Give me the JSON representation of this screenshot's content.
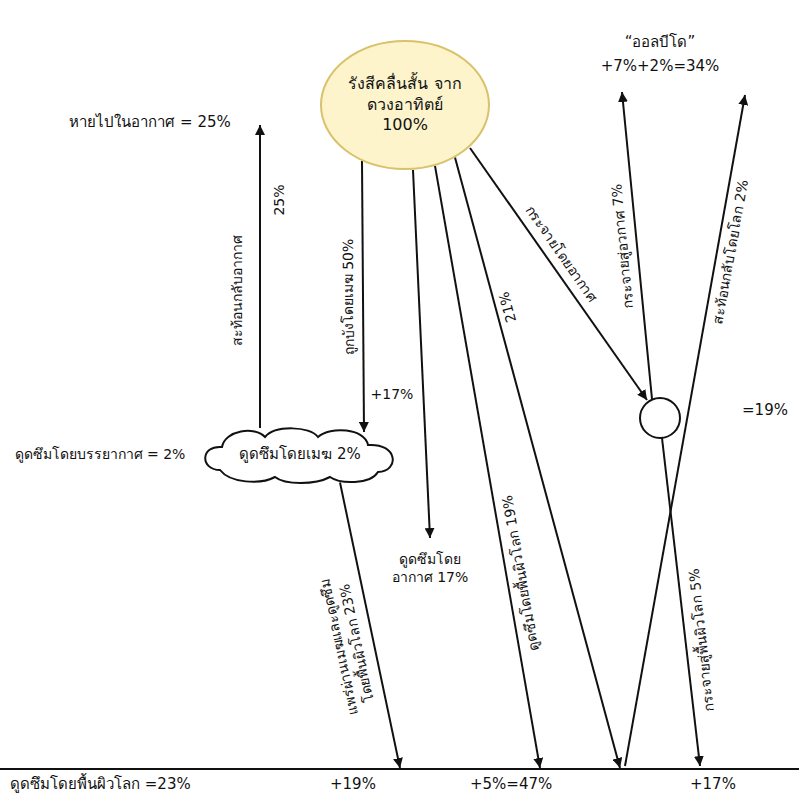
{
  "diagram": {
    "nodes": [
      {
        "text": [
          "รังสีคลื่นสั้น จากดวงอาทิตย์ 100%"
        ]
      },
      {
        "text": [
          "ดูดซึมโดยเมฆ 2%"
        ]
      },
      {
        "text": [
          "ดูดซึมโดยพื้นผิวโลก =23%",
          "+19%",
          "+5%=47%",
          "+17%"
        ]
      }
    ],
    "edges": [
      {
        "from": 0,
        "to": 1,
        "arrow": "to",
        "label": "ถูกบังโดยเมฆ 50%"
      },
      {
        "from": 1,
        "to": 2,
        "arrow": "to",
        "label": "แพร่ผ่านเมฆและดูดซึมโดยพื้นผิวโลก 23%"
      },
      {
        "from": 0,
        "to": 2,
        "arrow": "to",
        "label": "ดูดซึมโดยพื้นผิวโลก 19%"
      },
      {
        "from": 0,
        "to": 2,
        "arrow": "to",
        "label": "21%"
      }
    ],
    "labels": [
      "หายไปในอากาศ = 25%",
      "“ออลบีโด”",
      "+7%+2%=34%",
      "สะท้อนกลับอากาศ",
      "25%",
      "ดูดซึมโดยบรรยากาศ = 2%",
      "+17%",
      "ดูดซึมโดย อากาศ 17%",
      "กระจายโดยอากาศ",
      "กระจายสู่อวกาศ 7%",
      "สะท้อนกลับโดยโลก 2%",
      "=19%",
      "กระจายสู่พื้นผิวโลก 5%"
    ]
  }
}
